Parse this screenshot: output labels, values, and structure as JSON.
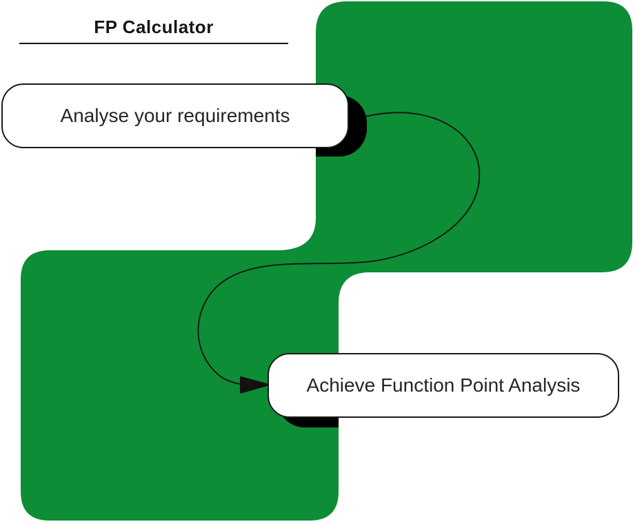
{
  "title": "FP Calculator",
  "nodes": [
    {
      "id": "node-1",
      "label": "Analyse your requirements"
    },
    {
      "id": "node-2",
      "label": "Achieve Function Point Analysis"
    }
  ],
  "connector": {
    "from": "Analyse your requirements",
    "to": "Achieve Function Point Analysis",
    "arrow_direction": "right",
    "style": "s-curve"
  },
  "colors": {
    "green": "#0D8D36",
    "shadow": "#000000",
    "line": "#121212",
    "node_bg": "#FFFFFF",
    "node_border": "#1A1A1A",
    "text": "#262626"
  }
}
